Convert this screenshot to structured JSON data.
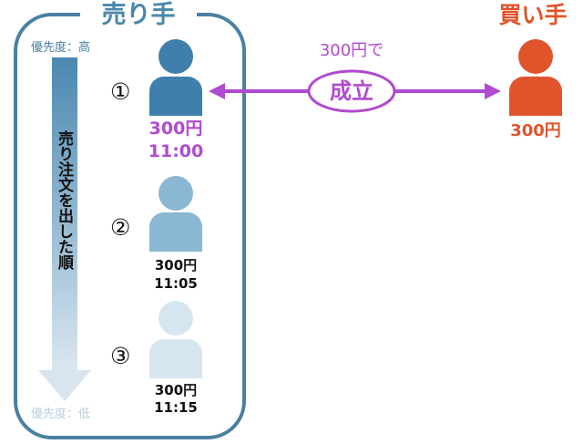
{
  "seller": {
    "title": "売り手",
    "priority_high": "優先度：高",
    "priority_low": "優先度：低",
    "order_label": "売り注文を出した順",
    "orders": [
      {
        "number": "①",
        "price": "300円",
        "time": "11:00"
      },
      {
        "number": "②",
        "price": "300円",
        "time": "11:05"
      },
      {
        "number": "③",
        "price": "300円",
        "time": "11:15"
      }
    ]
  },
  "buyer": {
    "title": "買い手",
    "price": "300円"
  },
  "match": {
    "caption": "300円で",
    "label": "成立"
  },
  "colors": {
    "seller": "#4a80a3",
    "buyer": "#e0542a",
    "match": "#b04ad0"
  }
}
